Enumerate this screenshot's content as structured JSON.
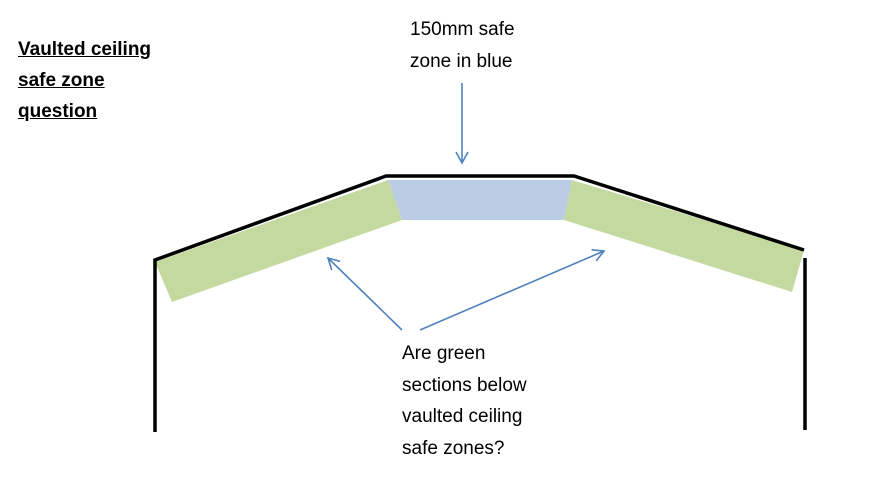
{
  "title": {
    "lines": [
      "Vaulted ceiling",
      "safe zone",
      "question"
    ]
  },
  "annotations": {
    "top_note": [
      "150mm safe",
      "zone in blue"
    ],
    "bottom_note": [
      "Are green",
      "sections below",
      "vaulted ceiling",
      "safe zones?"
    ]
  },
  "colors": {
    "safe_zone_blue": "#b9cce4",
    "green_section": "#c4d9a0",
    "arrow": "#4f81bd",
    "outline": "#000000"
  }
}
